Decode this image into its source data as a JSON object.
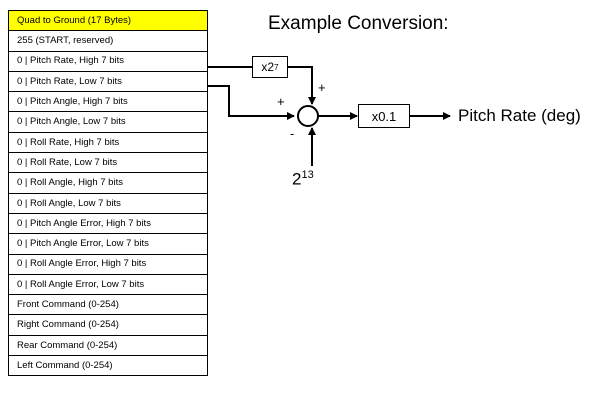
{
  "table": {
    "header": "Quad to Ground (17 Bytes)",
    "rows": [
      "255 (START, reserved)",
      "0 |  Pitch Rate, High 7 bits",
      "0 |  Pitch Rate, Low 7 bits",
      "0 |  Pitch Angle, High 7 bits",
      "0 |  Pitch Angle, Low 7 bits",
      "0 |  Roll Rate, High 7 bits",
      "0 |  Roll Rate, Low 7 bits",
      "0 |  Roll Angle, High 7 bits",
      "0 |  Roll Angle, Low 7 bits",
      "0 |  Pitch Angle Error, High 7 bits",
      "0 |  Pitch Angle Error, Low 7 bits",
      "0 |  Roll Angle Error, High 7 bits",
      "0 |  Roll Angle Error, Low 7 bits",
      "Front Command (0-254)",
      "Right Command (0-254)",
      "Rear Command (0-254)",
      "Left Command (0-254)"
    ]
  },
  "diagram": {
    "title": "Example Conversion:",
    "multiplier_base": "x2",
    "multiplier_exp": "7",
    "sign_top": "+",
    "sign_left": "+",
    "sign_bottom": "-",
    "constant_base": "2",
    "constant_exp": "13",
    "scale_label": "x0.1",
    "output_label": "Pitch Rate (deg)"
  },
  "colors": {
    "header_fill": "#ffff00",
    "line": "#000000"
  }
}
